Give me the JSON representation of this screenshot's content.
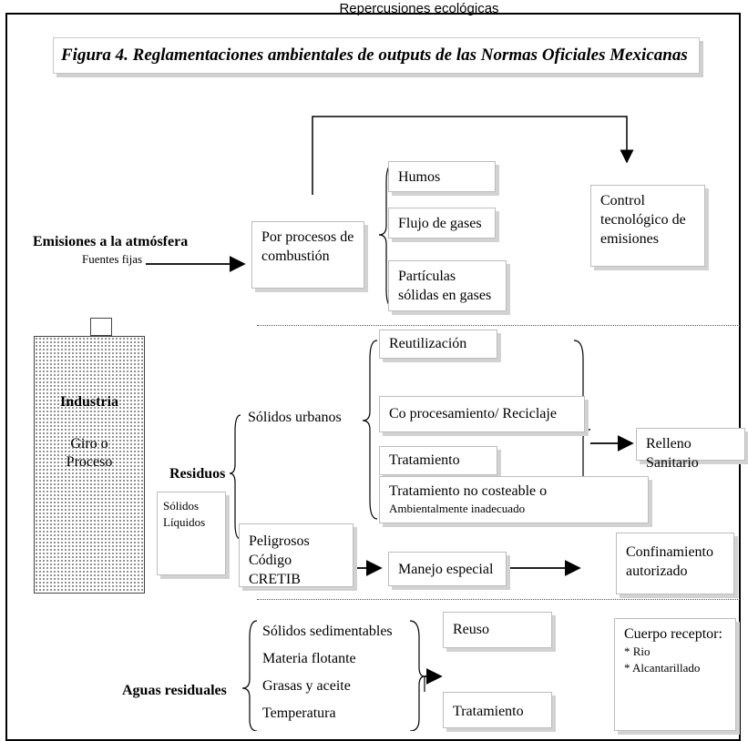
{
  "caption": "Repercusiones ecológicas",
  "title": "Figura 4. Reglamentaciones ambientales de outputs de las Normas Oficiales Mexicanas",
  "emisiones": {
    "heading": "Emisiones a la atmósfera",
    "sub": "Fuentes fijas",
    "process": "Por procesos de combustión",
    "items": [
      "Humos",
      "Flujo de gases",
      "Partículas sólidas en gases"
    ],
    "control": "Control tecnológico de emisiones"
  },
  "industria": {
    "heading": "Industria",
    "sub": "Giro o Proceso"
  },
  "residuos": {
    "heading": "Residuos",
    "types": "Sólidos Líquidos",
    "urbanos": "Sólidos urbanos",
    "urbanos_items": [
      "Reutilización",
      "Co procesamiento/ Reciclaje",
      "Tratamiento"
    ],
    "no_costeable_1": "Tratamiento no costeable o",
    "no_costeable_2": "Ambientalmente inadecuado",
    "relleno": "Relleno Sanitario",
    "peligrosos": "Peligrosos",
    "cretib": "Código CRETIB",
    "manejo": "Manejo especial",
    "confinamiento": "Confinamiento autorizado"
  },
  "aguas": {
    "heading": "Aguas residuales",
    "items": [
      "Sólidos sedimentables",
      "Materia flotante",
      "Grasas y aceite",
      "Temperatura"
    ],
    "reuso": "Reuso",
    "tratamiento": "Tratamiento",
    "receptor_title": "Cuerpo receptor:",
    "receptor_items": [
      "* Rio",
      "* Alcantarillado"
    ]
  }
}
